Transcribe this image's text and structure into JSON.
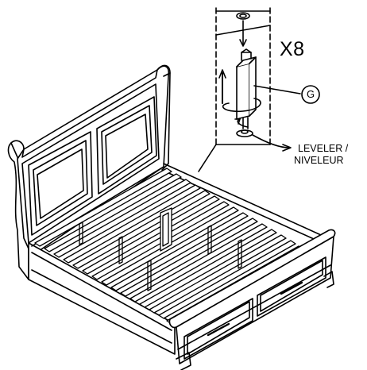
{
  "callout": {
    "quantity": "X8",
    "part_letter": "G",
    "leveler_label_en": "LEVELER /",
    "leveler_label_fr": "NIVELEUR"
  },
  "illustration": {
    "subject": "sleigh bed with slatted platform and two storage drawers",
    "slat_count": 16,
    "drawer_count": 2
  }
}
